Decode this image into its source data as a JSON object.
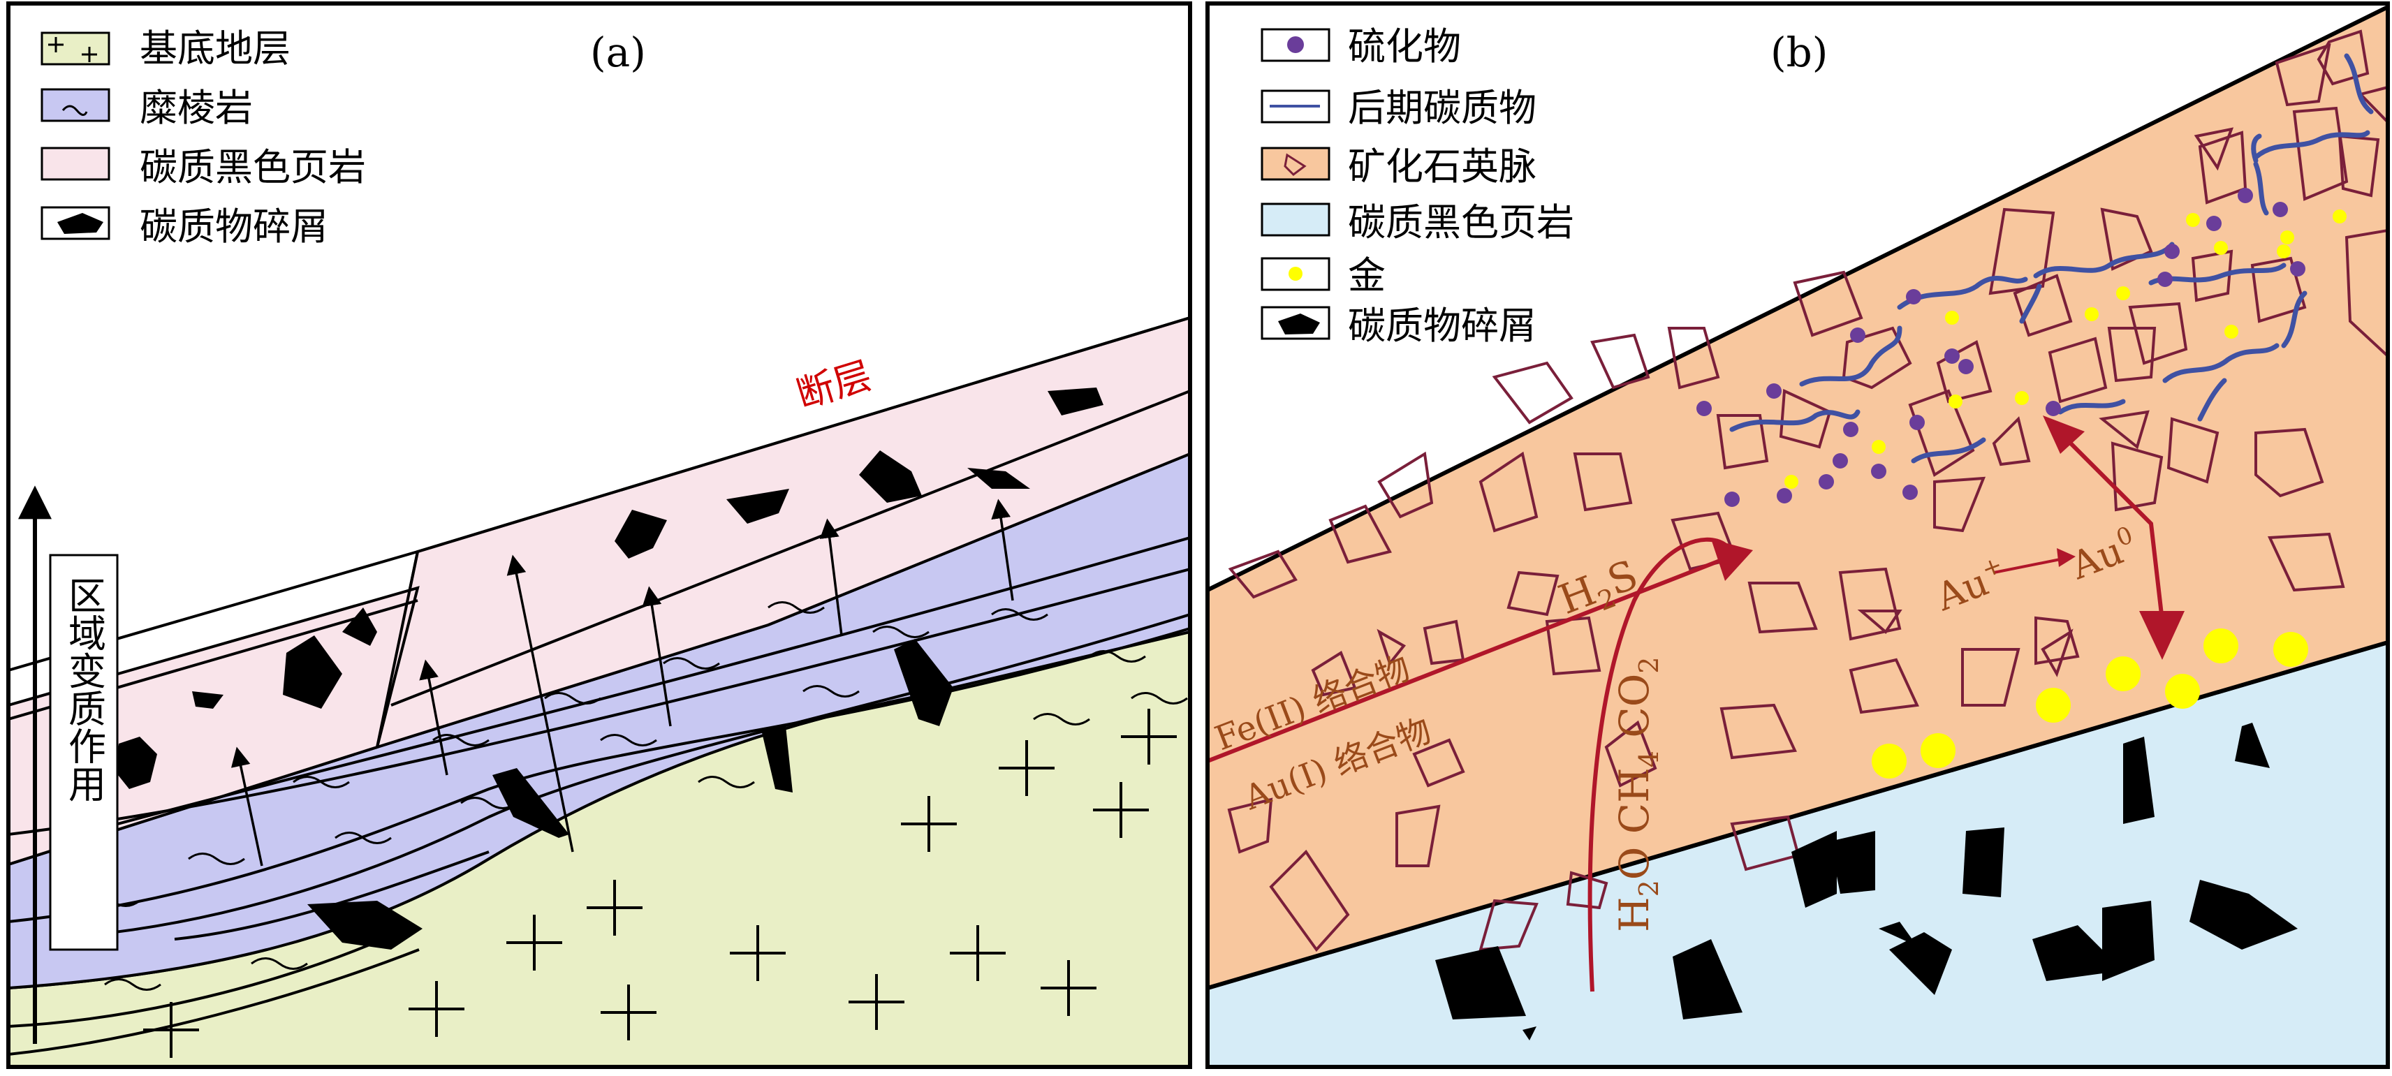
{
  "panel_a": {
    "label": "(a)",
    "legend": [
      {
        "key": "base",
        "text": "基底地层",
        "color": "#e9efc6"
      },
      {
        "key": "mylonite",
        "text": "糜棱岩",
        "color": "#c8c8f2"
      },
      {
        "key": "shale",
        "text": "碳质黑色页岩",
        "color": "#f9e4ea"
      },
      {
        "key": "debris",
        "text": "碳质物碎屑",
        "color": "#000000"
      }
    ],
    "fault_label": "断层",
    "metamorphism_label": "区域变质作用"
  },
  "panel_b": {
    "label": "(b)",
    "legend": [
      {
        "key": "sulfide",
        "text": "硫化物",
        "color": "#6a3d9a"
      },
      {
        "key": "late_carbon",
        "text": "后期碳质物",
        "color": "#3f51a3"
      },
      {
        "key": "quartz",
        "text": "矿化石英脉",
        "color": "#f8c79e"
      },
      {
        "key": "shale",
        "text": "碳质黑色页岩",
        "color": "#d6ecf7"
      },
      {
        "key": "gold",
        "text": "金",
        "color": "#ffff00"
      },
      {
        "key": "debris",
        "text": "碳质物碎屑",
        "color": "#000000"
      }
    ],
    "fluid_label_1": "Fe(II) 络合物",
    "fluid_label_2": "Au(I) 络合物",
    "gas_label_1": "H",
    "gas_label_1_sub": "2",
    "gas_label_1_tail": "S",
    "gas_label_2": "H",
    "gas_label_2_sub": "2",
    "gas_label_2_mid": "O CH",
    "gas_label_2_sub2": "4",
    "gas_label_2_tail": " CO",
    "gas_label_2_sub3": "2",
    "reaction_left": "Au",
    "reaction_left_sup": "+",
    "reaction_right": "Au",
    "reaction_right_sup": "0"
  }
}
